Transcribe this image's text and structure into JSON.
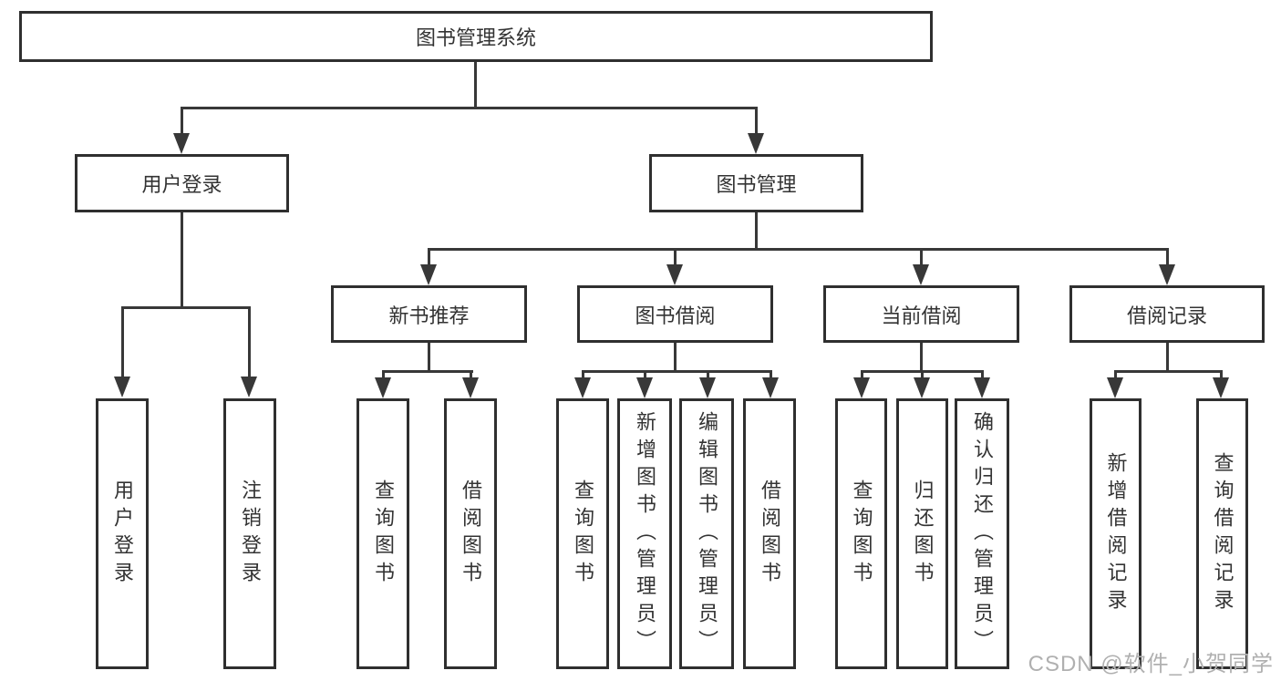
{
  "diagram": {
    "title": "图书管理系统",
    "type": "hierarchy-tree",
    "nodes": {
      "root": "图书管理系统",
      "user_login": "用户登录",
      "book_mgmt": "图书管理",
      "new_book_rec": "新书推荐",
      "book_borrow": "图书借阅",
      "current_borrow": "当前借阅",
      "borrow_record": "借阅记录",
      "leaf_user_login": "用户登录",
      "leaf_logout": "注销登录",
      "rec_query_book": "查询图书",
      "rec_borrow_book": "借阅图书",
      "bb_query_book": "查询图书",
      "bb_add_book": "新增图书（管理员）",
      "bb_edit_book": "编辑图书（管理员）",
      "bb_borrow_book": "借阅图书",
      "cb_query_book": "查询图书",
      "cb_return_book": "归还图书",
      "cb_confirm_return": "确认归还（管理员）",
      "br_add_record": "新增借阅记录",
      "br_query_record": "查询借阅记录"
    },
    "edges": [
      [
        "图书管理系统",
        "用户登录"
      ],
      [
        "图书管理系统",
        "图书管理"
      ],
      [
        "用户登录",
        "用户登录(叶)"
      ],
      [
        "用户登录",
        "注销登录"
      ],
      [
        "图书管理",
        "新书推荐"
      ],
      [
        "图书管理",
        "图书借阅"
      ],
      [
        "图书管理",
        "当前借阅"
      ],
      [
        "图书管理",
        "借阅记录"
      ],
      [
        "新书推荐",
        "查询图书"
      ],
      [
        "新书推荐",
        "借阅图书"
      ],
      [
        "图书借阅",
        "查询图书"
      ],
      [
        "图书借阅",
        "新增图书（管理员）"
      ],
      [
        "图书借阅",
        "编辑图书（管理员）"
      ],
      [
        "图书借阅",
        "借阅图书"
      ],
      [
        "当前借阅",
        "查询图书"
      ],
      [
        "当前借阅",
        "归还图书"
      ],
      [
        "当前借阅",
        "确认归还（管理员）"
      ],
      [
        "借阅记录",
        "新增借阅记录"
      ],
      [
        "借阅记录",
        "查询借阅记录"
      ]
    ],
    "colors": {
      "line": "#383838",
      "box_border": "#2f2f2f",
      "text": "#333333",
      "background": "#ffffff",
      "watermark": "#b0b0b0"
    }
  },
  "watermark": "CSDN @软件_小贺同学"
}
